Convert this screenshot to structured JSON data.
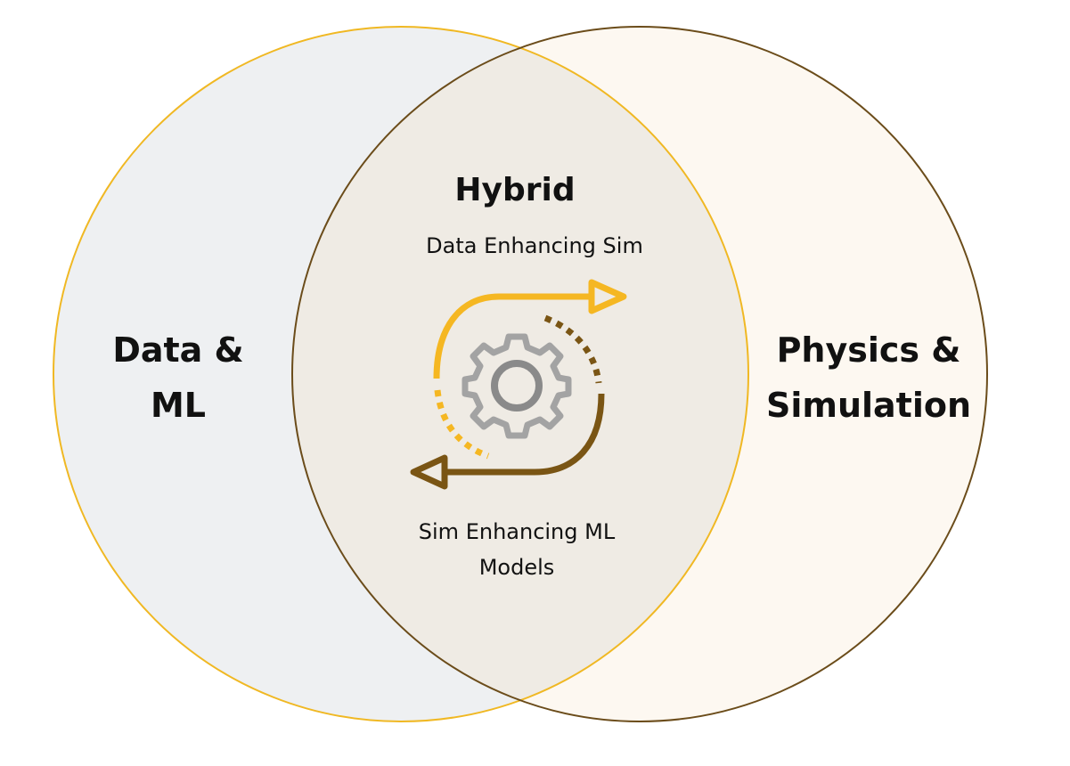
{
  "left_set": {
    "label_line1": "Data &",
    "label_line2": "ML"
  },
  "right_set": {
    "label_line1": "Physics &",
    "label_line2": "Simulation"
  },
  "intersection": {
    "title": "Hybrid",
    "top_text": "Data Enhancing Sim",
    "bottom_text_line1": "Sim Enhancing ML",
    "bottom_text_line2": "Models"
  },
  "colors": {
    "yellow": "#f5b722",
    "brown": "#7a5514",
    "gear": "#9a9a9a",
    "left_fill": "#eef0f2",
    "right_fill": "#fdf8f1",
    "overlap_fill": "#efebe4"
  }
}
